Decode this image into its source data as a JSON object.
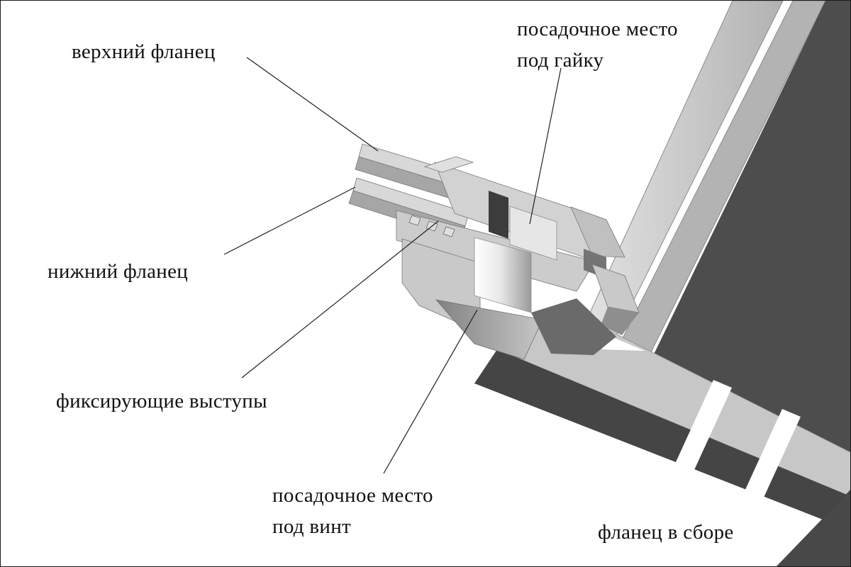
{
  "diagram": {
    "labels": {
      "upper_flange": "верхний фланец",
      "nut_seat_line1": "посадочное место",
      "nut_seat_line2": "под гайку",
      "lower_flange": "нижний фланец",
      "fixing_protrusions": "фиксирующие выступы",
      "screw_seat_line1": "посадочное место",
      "screw_seat_line2": "под винт",
      "assembly_caption": "фланец в сборе"
    },
    "colors": {
      "background": "#ffffff",
      "border": "#1a1a1a",
      "metal_light": "#d6d6d6",
      "metal_mid": "#b3b3b3",
      "metal_dark": "#4d4d4d",
      "nut_seat_face": "#e6e6e6",
      "leader_line": "#1f1f1f",
      "text": "#111111"
    }
  }
}
